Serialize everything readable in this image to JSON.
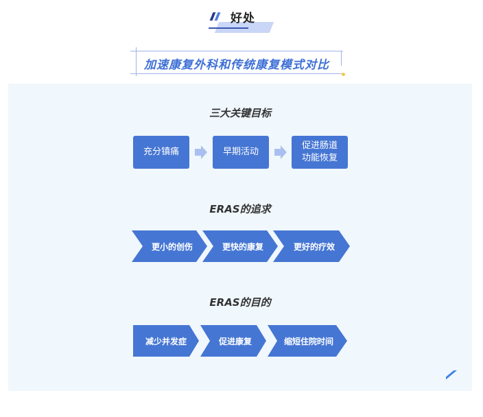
{
  "heading": {
    "title": "好处"
  },
  "banner": {
    "text": "加速康复外科和传统康复模式对比"
  },
  "goals": {
    "title": "三大关键目标",
    "items": [
      "充分镇痛",
      "早期活动",
      "促进肠道\n功能恢复"
    ]
  },
  "pursuit": {
    "title": "ERAS的追求",
    "items": [
      "更小的创伤",
      "更快的康复",
      "更好的疗效"
    ]
  },
  "purpose": {
    "title": "ERAS的目的",
    "items": [
      "减少并发症",
      "促进康复",
      "缩短住院时间"
    ]
  },
  "colors": {
    "primary": "#4576d3",
    "accent_text": "#3d6fd6",
    "arrow": "#a9bff0",
    "panel_bg": "#f0f7fd"
  }
}
